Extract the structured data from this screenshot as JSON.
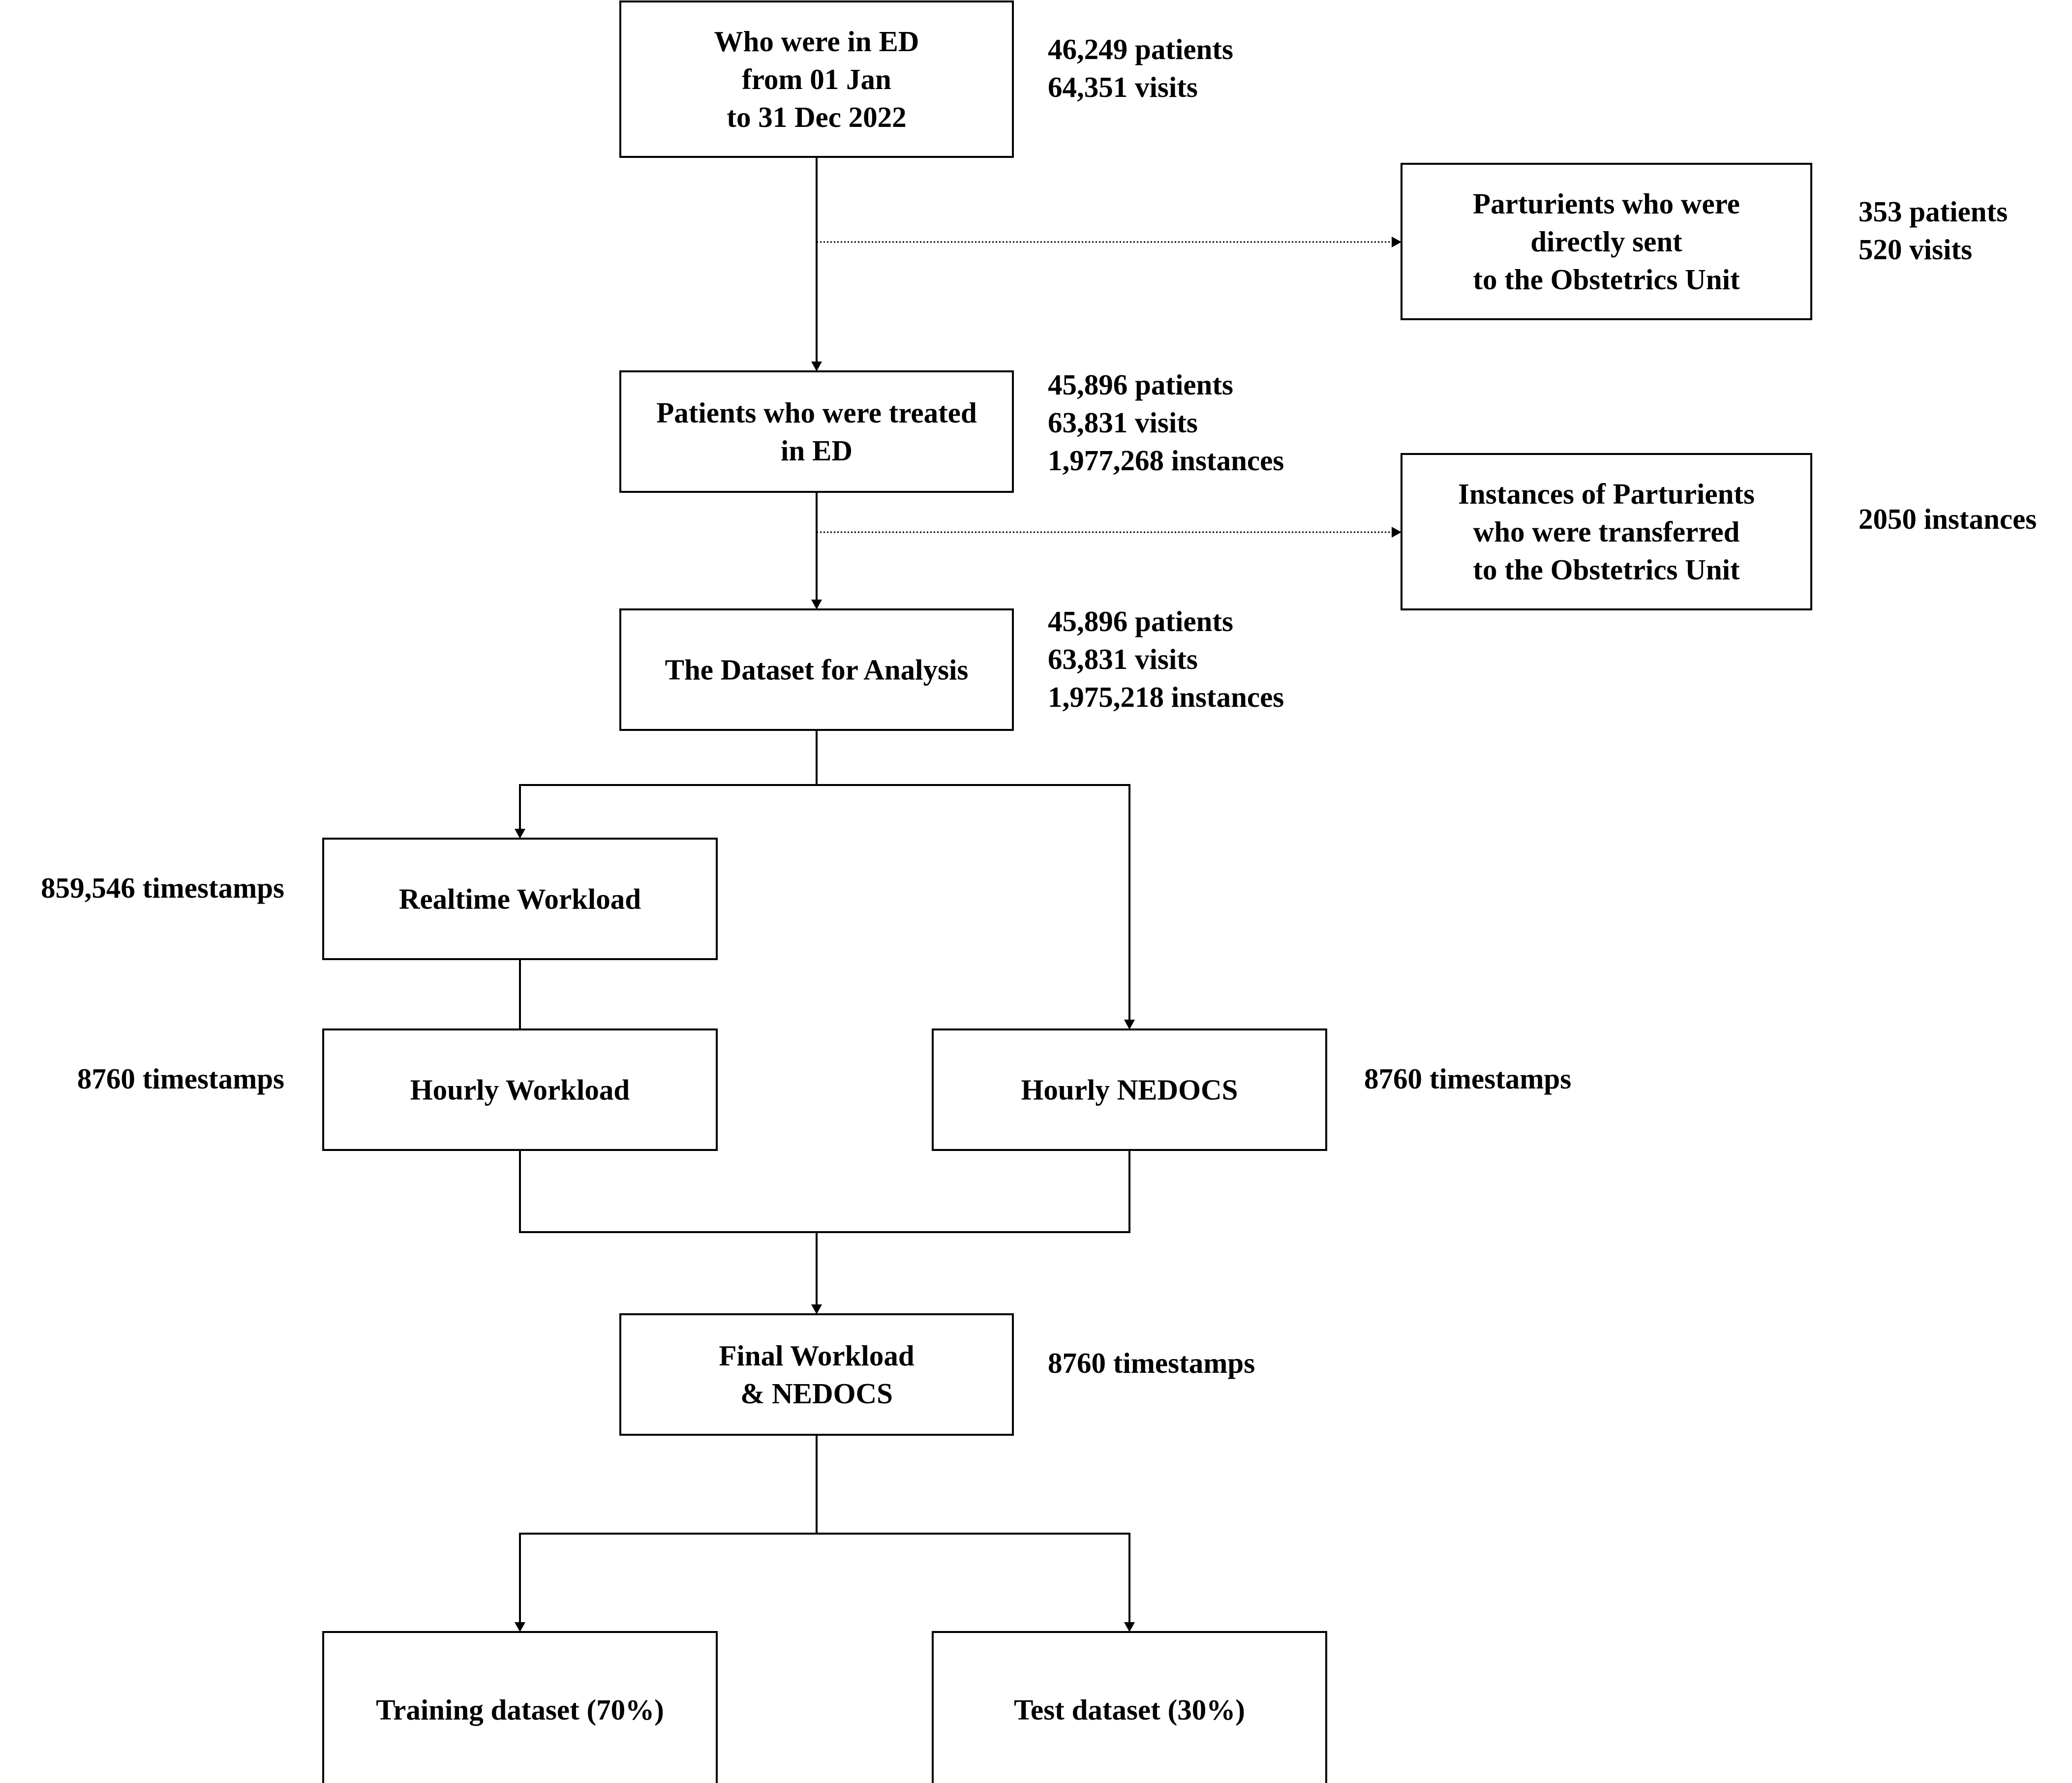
{
  "boxes": [
    {
      "id": "ed",
      "lines": [
        "Who were in ED",
        "from 01 Jan",
        "to 31 Dec 2022"
      ]
    },
    {
      "id": "parturients_sent",
      "lines": [
        "Parturients who were",
        "directly sent",
        "to the Obstetrics Unit"
      ]
    },
    {
      "id": "treated",
      "lines": [
        "Patients who were treated",
        "in ED"
      ]
    },
    {
      "id": "parturients_transferred",
      "lines": [
        "Instances of Parturients",
        "who were transferred",
        "to the Obstetrics Unit"
      ]
    },
    {
      "id": "dataset",
      "lines": [
        "The Dataset for Analysis"
      ]
    },
    {
      "id": "realtime",
      "lines": [
        "Realtime Workload"
      ]
    },
    {
      "id": "hourly_workload",
      "lines": [
        "Hourly Workload"
      ]
    },
    {
      "id": "hourly_nedocs",
      "lines": [
        "Hourly NEDOCS"
      ]
    },
    {
      "id": "final",
      "lines": [
        "Final Workload",
        "& NEDOCS"
      ]
    },
    {
      "id": "training",
      "lines": [
        "Training dataset (70%)"
      ]
    },
    {
      "id": "test",
      "lines": [
        "Test dataset (30%)"
      ]
    }
  ],
  "notes": [
    {
      "id": "ed_counts",
      "lines": [
        "46,249 patients",
        "64,351 visits"
      ]
    },
    {
      "id": "parturients_sent_counts",
      "lines": [
        "353 patients",
        "520 visits"
      ]
    },
    {
      "id": "treated_counts",
      "lines": [
        "45,896 patients",
        "63,831 visits",
        "1,977,268 instances"
      ]
    },
    {
      "id": "parturients_transferred_counts",
      "lines": [
        "2050 instances"
      ]
    },
    {
      "id": "dataset_counts",
      "lines": [
        "45,896 patients",
        "63,831 visits",
        "1,975,218 instances"
      ]
    },
    {
      "id": "realtime_counts",
      "lines": [
        "859,546 timestamps"
      ]
    },
    {
      "id": "hourly_workload_counts",
      "lines": [
        "8760 timestamps"
      ]
    },
    {
      "id": "hourly_nedocs_counts",
      "lines": [
        "8760 timestamps"
      ]
    },
    {
      "id": "final_counts",
      "lines": [
        "8760 timestamps"
      ]
    }
  ],
  "edges": [
    {
      "from": "ed",
      "to": "treated",
      "style": "solid"
    },
    {
      "from": "ed",
      "to": "parturients_sent",
      "style": "dotted"
    },
    {
      "from": "treated",
      "to": "dataset",
      "style": "solid"
    },
    {
      "from": "treated",
      "to": "parturients_transferred",
      "style": "dotted"
    },
    {
      "from": "dataset",
      "to": "realtime",
      "style": "solid"
    },
    {
      "from": "dataset",
      "to": "hourly_nedocs",
      "style": "solid"
    },
    {
      "from": "realtime",
      "to": "hourly_workload",
      "style": "solid"
    },
    {
      "from": "hourly_workload",
      "to": "final",
      "style": "solid"
    },
    {
      "from": "hourly_nedocs",
      "to": "final",
      "style": "solid"
    },
    {
      "from": "final",
      "to": "training",
      "style": "solid"
    },
    {
      "from": "final",
      "to": "test",
      "style": "solid"
    }
  ]
}
